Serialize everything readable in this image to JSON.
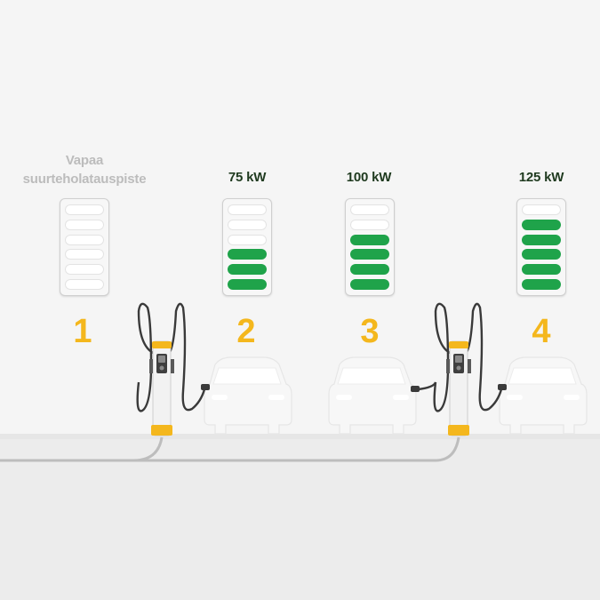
{
  "stations": [
    {
      "number": "1",
      "label_line1": "Vapaa",
      "label_line2": "suurteholatauspiste",
      "kw": "",
      "filled_cells": 0
    },
    {
      "number": "2",
      "label_line1": "",
      "label_line2": "",
      "kw": "75 kW",
      "filled_cells": 3
    },
    {
      "number": "3",
      "label_line1": "",
      "label_line2": "",
      "kw": "100 kW",
      "filled_cells": 4
    },
    {
      "number": "4",
      "label_line1": "",
      "label_line2": "",
      "kw": "125 kW",
      "filled_cells": 5
    }
  ],
  "colors": {
    "accent_yellow": "#f4b71d",
    "charge_green": "#1fa34a",
    "free_label_gray": "#bcbcbc",
    "kw_label_dark": "#1f3a1f"
  },
  "icons": {
    "charger": "ev-charger-icon",
    "car": "car-silhouette-icon",
    "cable": "power-cable-icon"
  }
}
